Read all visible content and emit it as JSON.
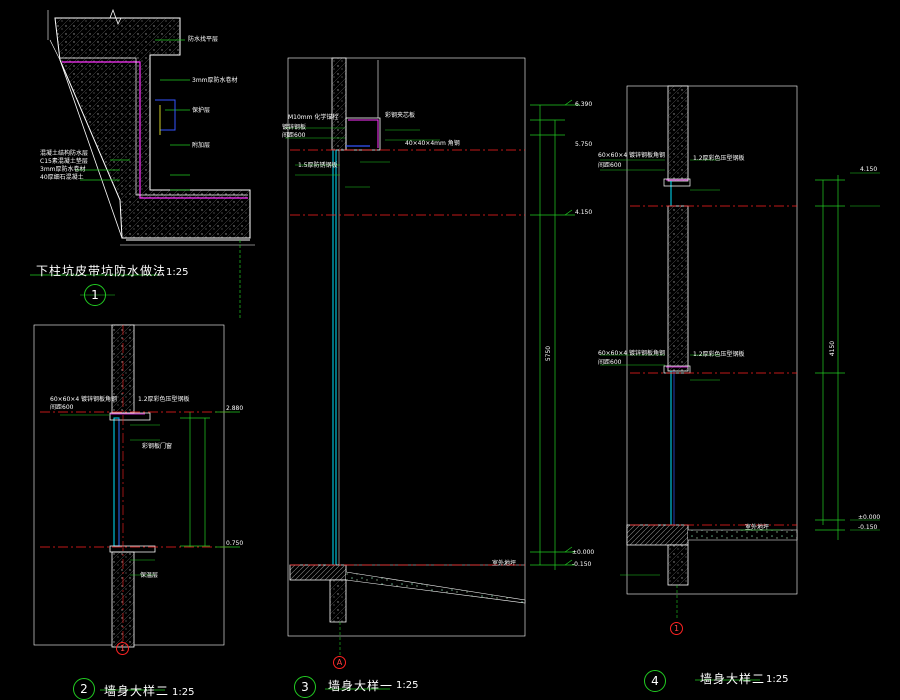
{
  "details": [
    {
      "number": "1",
      "title": "下柱坑皮带坑防水做法",
      "scale": "1:25"
    },
    {
      "number": "2",
      "title": "墙身大样二",
      "scale": "1:25"
    },
    {
      "number": "3",
      "title": "墙身大样一",
      "scale": "1:25"
    },
    {
      "number": "4",
      "title": "墙身大样二",
      "scale": "1:25"
    }
  ],
  "grid_bubbles": [
    "1",
    "A",
    "1"
  ],
  "notes": {
    "d1_a": "防水找平层",
    "d1_b": "3mm厚防水卷材",
    "d1_c": "保护层",
    "d1_d": "附加层",
    "d1_left1": "混凝土结构防水层",
    "d1_left2": "C15素混凝土垫层",
    "d1_left3": "3mm厚防水卷材",
    "d1_left4": "40厚细石混凝土",
    "d2_a": "60×60×4 镀锌钢板角钢",
    "d2_b": "间距600",
    "d2_c": "1.2厚彩色压型钢板",
    "d2_d": "彩钢板门窗",
    "d2_e": "保温层",
    "d3_a": "M10mm 化学锚栓",
    "d3_b": "镀锌钢板",
    "d3_c": "间距600",
    "d3_d": "40×40×4mm 角钢",
    "d3_e": "1.5厚防锈钢板",
    "d3_f": "彩钢夹芯板",
    "d3_g": "室外地坪",
    "d4_a": "60×60×4 镀锌钢板角钢",
    "d4_b": "间距600",
    "d4_c": "1.2厚彩色压型钢板",
    "d4_d": "室外地坪"
  },
  "dims": {
    "d2_top": "2.880",
    "d2_bot": "0.750",
    "d3_e1": "6.390",
    "d3_e2": "5.750",
    "d3_e3": "4.150",
    "d3_e4": "±0.000",
    "d3_e5": "-0.150",
    "d4_e1": "4.150",
    "d4_e2": "±0.000",
    "d4_e3": "-0.150",
    "d3_total": "5750",
    "d4_total": "4150"
  },
  "colors": {
    "background": "#000000",
    "line_white": "#ffffff",
    "line_green": "#22cc22",
    "line_red": "#ff2222",
    "line_cyan": "#00e5ff",
    "line_magenta": "#ff33ff",
    "line_yellow": "#ffff33",
    "line_blue": "#3355ff"
  }
}
